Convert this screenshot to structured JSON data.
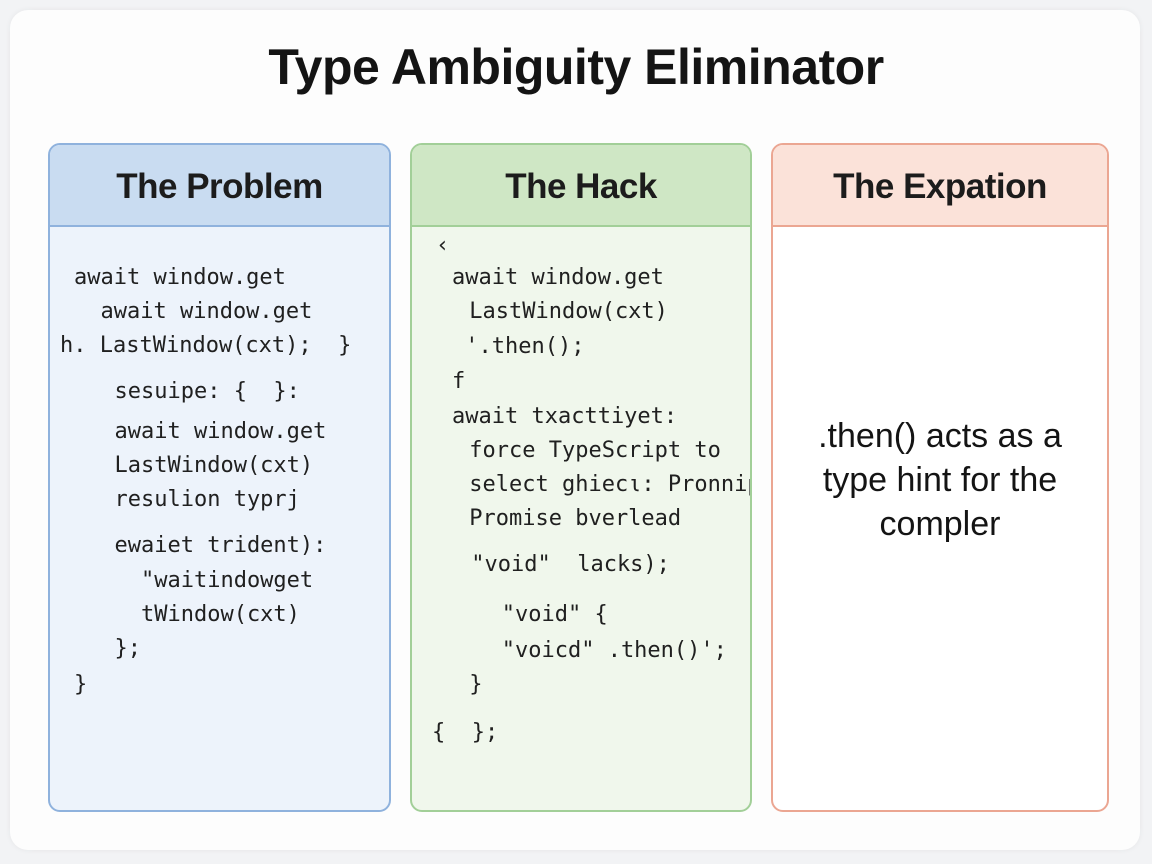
{
  "title": "Type Ambiguity Eliminator",
  "panels": {
    "problem": {
      "header": "The Problem",
      "lines": [
        "await window.get",
        "  await window.get",
        "h. LastWindow(cxt);  }",
        "  sesuipe: {  }:",
        "  await window.get",
        "  LastWindow(cxt)",
        "  resulion typrj",
        "  ewaiet trident):",
        "    \"waitindowget",
        "    tWindow(cxt)",
        "  };",
        "}"
      ]
    },
    "hack": {
      "header": "The Hack",
      "lines": [
        "‹",
        "await window.get",
        " LastWindow(cxt)",
        " '.then();",
        "f",
        "await txacttiyet:",
        " force TypeScript to",
        " select ghiecι: Pronnipe",
        " Promise bverlead",
        " \"void\"  lacks);",
        "   \"void\" {",
        "   \"voicd\" .then()';",
        " }",
        "{  };"
      ]
    },
    "explanation": {
      "header": "The Expation",
      "text_lines": [
        ".then() acts as a",
        "type hint for the",
        "compler"
      ]
    }
  },
  "colors": {
    "problem_border": "#8fb2dd",
    "problem_header": "#c9dcf1",
    "hack_border": "#a2cf98",
    "hack_header": "#cfe7c5",
    "explanation_border": "#eba692",
    "explanation_header": "#fbe2d9"
  }
}
